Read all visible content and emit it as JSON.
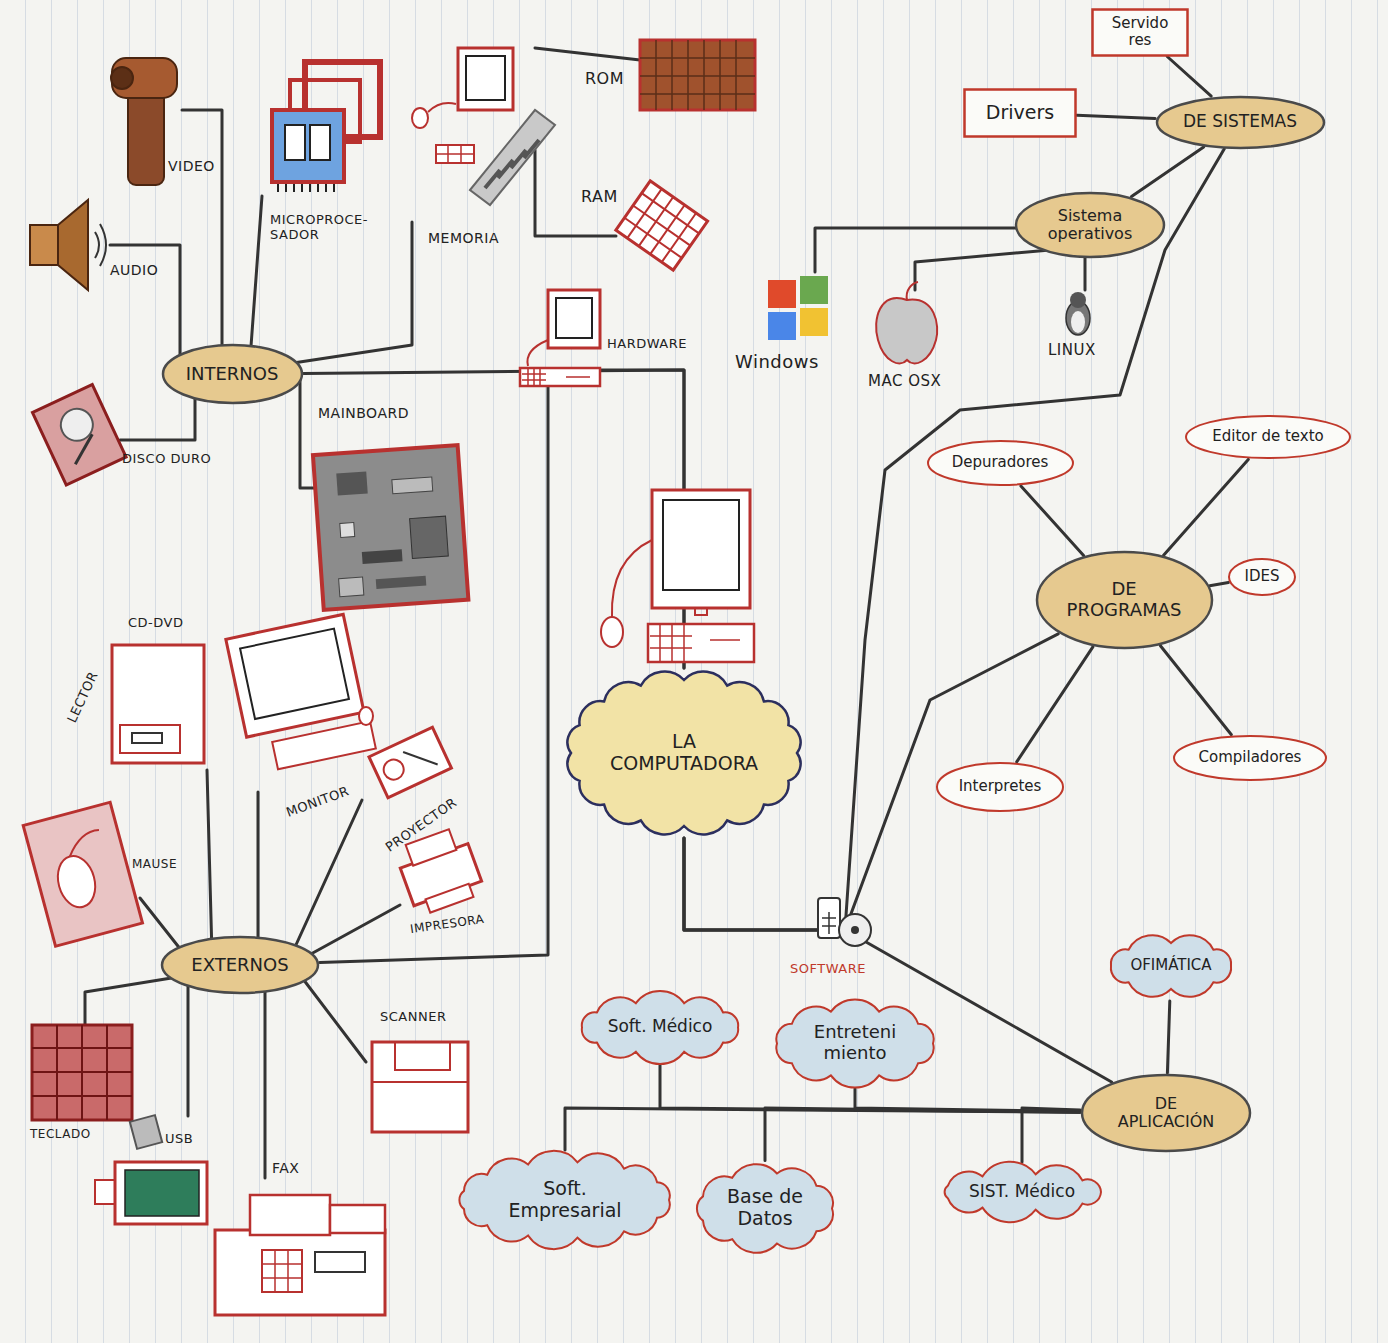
{
  "diagram": {
    "nodes": [
      {
        "text": [
          "Servido res"
        ]
      },
      {
        "text": [
          "Drivers"
        ]
      },
      {
        "text": [
          "DE SISTEMAS"
        ]
      },
      {
        "text": [
          "Sistema operativos"
        ]
      },
      {
        "text": [
          "INTERNOS"
        ]
      },
      {
        "text": [
          "Depuradores"
        ]
      },
      {
        "text": [
          "Editor de texto"
        ]
      },
      {
        "text": [
          "DE PROGRAMAS"
        ]
      },
      {
        "text": [
          "IDES"
        ]
      },
      {
        "text": [
          "LA COMPUTADORA"
        ]
      },
      {
        "text": [
          "Interpretes"
        ]
      },
      {
        "text": [
          "Compiladores"
        ]
      },
      {
        "text": [
          "EXTERNOS"
        ]
      },
      {
        "text": [
          "OFIMÁTICA"
        ]
      },
      {
        "text": [
          "Soft. Médico"
        ]
      },
      {
        "text": [
          "Entreteni miento"
        ]
      },
      {
        "text": [
          "DE APLICACIÓN"
        ]
      },
      {
        "text": [
          "Soft. Empresarial"
        ]
      },
      {
        "text": [
          "Base de Datos"
        ]
      },
      {
        "text": [
          "SIST. Médico"
        ]
      }
    ],
    "edges": [
      {
        "from": 9,
        "to": 4,
        "arrow": "none"
      },
      {
        "from": 9,
        "to": 12,
        "arrow": "none"
      },
      {
        "from": 9,
        "to": 2,
        "arrow": "none"
      },
      {
        "from": 9,
        "to": 7,
        "arrow": "none"
      },
      {
        "from": 9,
        "to": 16,
        "arrow": "none"
      },
      {
        "from": 2,
        "to": 0,
        "arrow": "none"
      },
      {
        "from": 2,
        "to": 1,
        "arrow": "none"
      },
      {
        "from": 2,
        "to": 3,
        "arrow": "none"
      },
      {
        "from": 7,
        "to": 5,
        "arrow": "none"
      },
      {
        "from": 7,
        "to": 6,
        "arrow": "none"
      },
      {
        "from": 7,
        "to": 8,
        "arrow": "none"
      },
      {
        "from": 7,
        "to": 11,
        "arrow": "none"
      },
      {
        "from": 7,
        "to": 10,
        "arrow": "none"
      },
      {
        "from": 16,
        "to": 13,
        "arrow": "none"
      },
      {
        "from": 16,
        "to": 14,
        "arrow": "none"
      },
      {
        "from": 16,
        "to": 15,
        "arrow": "none"
      },
      {
        "from": 16,
        "to": 17,
        "arrow": "none"
      },
      {
        "from": 16,
        "to": 18,
        "arrow": "none"
      },
      {
        "from": 16,
        "to": 19,
        "arrow": "none"
      }
    ],
    "labels": [
      "VIDEO",
      "AUDIO",
      "MICROPROCE- SADOR",
      "MEMORIA",
      "ROM",
      "RAM",
      "HARDWARE",
      "MAINBOARD",
      "DISCO DURO",
      "Windows",
      "MAC OSX",
      "LINUX",
      "LECTOR",
      "CD-DVD",
      "MONITOR",
      "PROYECTOR",
      "MAUSE",
      "IMPRESORA",
      "SOFTWARE",
      "SCANNER",
      "TECLADO",
      "USB",
      "FAX"
    ]
  }
}
